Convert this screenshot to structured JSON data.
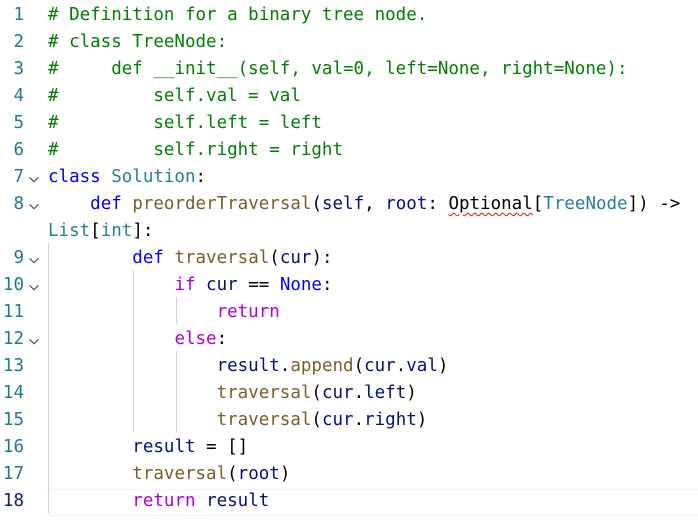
{
  "editor": {
    "current_line": 18,
    "lines": [
      {
        "num": "1",
        "fold": false,
        "parts": [
          {
            "t": "# Definition for a binary tree node.",
            "c": "c-com"
          }
        ]
      },
      {
        "num": "2",
        "fold": false,
        "parts": [
          {
            "t": "# class TreeNode:",
            "c": "c-com"
          }
        ]
      },
      {
        "num": "3",
        "fold": false,
        "parts": [
          {
            "t": "#     def __init__(self, val=0, left=None, right=None):",
            "c": "c-com"
          }
        ]
      },
      {
        "num": "4",
        "fold": false,
        "parts": [
          {
            "t": "#         self.val = val",
            "c": "c-com"
          }
        ]
      },
      {
        "num": "5",
        "fold": false,
        "parts": [
          {
            "t": "#         self.left = left",
            "c": "c-com"
          }
        ]
      },
      {
        "num": "6",
        "fold": false,
        "parts": [
          {
            "t": "#         self.right = right",
            "c": "c-com"
          }
        ]
      },
      {
        "num": "7",
        "fold": true,
        "parts": [
          {
            "t": "class ",
            "c": "c-kw"
          },
          {
            "t": "Solution",
            "c": "c-cls"
          },
          {
            "t": ":",
            "c": "c-def"
          }
        ]
      },
      {
        "num": "8",
        "fold": true,
        "parts": [
          {
            "t": "    ",
            "c": "c-def"
          },
          {
            "t": "def ",
            "c": "c-kw"
          },
          {
            "t": "preorderTraversal",
            "c": "c-fn"
          },
          {
            "t": "(",
            "c": "c-def"
          },
          {
            "t": "self",
            "c": "c-par"
          },
          {
            "t": ", ",
            "c": "c-def"
          },
          {
            "t": "root",
            "c": "c-par"
          },
          {
            "t": ": ",
            "c": "c-def"
          },
          {
            "t": "Optional",
            "c": "c-def squiggle"
          },
          {
            "t": "[",
            "c": "c-def"
          },
          {
            "t": "TreeNode",
            "c": "c-cls"
          },
          {
            "t": "]) ->",
            "c": "c-def"
          }
        ]
      },
      {
        "num": "",
        "fold": false,
        "parts": [
          {
            "t": "List",
            "c": "c-cls"
          },
          {
            "t": "[",
            "c": "c-def"
          },
          {
            "t": "int",
            "c": "c-cls"
          },
          {
            "t": "]:",
            "c": "c-def"
          }
        ]
      },
      {
        "num": "9",
        "fold": true,
        "parts": [
          {
            "t": "        ",
            "c": "c-def"
          },
          {
            "t": "def ",
            "c": "c-kw"
          },
          {
            "t": "traversal",
            "c": "c-fn"
          },
          {
            "t": "(",
            "c": "c-def"
          },
          {
            "t": "cur",
            "c": "c-par"
          },
          {
            "t": "):",
            "c": "c-def"
          }
        ]
      },
      {
        "num": "10",
        "fold": true,
        "parts": [
          {
            "t": "            ",
            "c": "c-def"
          },
          {
            "t": "if ",
            "c": "c-ctl"
          },
          {
            "t": "cur",
            "c": "c-par"
          },
          {
            "t": " == ",
            "c": "c-def"
          },
          {
            "t": "None",
            "c": "c-kw"
          },
          {
            "t": ":",
            "c": "c-def"
          }
        ]
      },
      {
        "num": "11",
        "fold": false,
        "parts": [
          {
            "t": "                ",
            "c": "c-def"
          },
          {
            "t": "return",
            "c": "c-ctl"
          }
        ]
      },
      {
        "num": "12",
        "fold": true,
        "parts": [
          {
            "t": "            ",
            "c": "c-def"
          },
          {
            "t": "else",
            "c": "c-ctl"
          },
          {
            "t": ":",
            "c": "c-def"
          }
        ]
      },
      {
        "num": "13",
        "fold": false,
        "parts": [
          {
            "t": "                ",
            "c": "c-def"
          },
          {
            "t": "result",
            "c": "c-par"
          },
          {
            "t": ".",
            "c": "c-def"
          },
          {
            "t": "append",
            "c": "c-fn"
          },
          {
            "t": "(",
            "c": "c-def"
          },
          {
            "t": "cur",
            "c": "c-par"
          },
          {
            "t": ".",
            "c": "c-def"
          },
          {
            "t": "val",
            "c": "c-par"
          },
          {
            "t": ")",
            "c": "c-def"
          }
        ]
      },
      {
        "num": "14",
        "fold": false,
        "parts": [
          {
            "t": "                ",
            "c": "c-def"
          },
          {
            "t": "traversal",
            "c": "c-fn"
          },
          {
            "t": "(",
            "c": "c-def"
          },
          {
            "t": "cur",
            "c": "c-par"
          },
          {
            "t": ".",
            "c": "c-def"
          },
          {
            "t": "left",
            "c": "c-par"
          },
          {
            "t": ")",
            "c": "c-def"
          }
        ]
      },
      {
        "num": "15",
        "fold": false,
        "parts": [
          {
            "t": "                ",
            "c": "c-def"
          },
          {
            "t": "traversal",
            "c": "c-fn"
          },
          {
            "t": "(",
            "c": "c-def"
          },
          {
            "t": "cur",
            "c": "c-par"
          },
          {
            "t": ".",
            "c": "c-def"
          },
          {
            "t": "right",
            "c": "c-par"
          },
          {
            "t": ")",
            "c": "c-def"
          }
        ]
      },
      {
        "num": "16",
        "fold": false,
        "parts": [
          {
            "t": "        ",
            "c": "c-def"
          },
          {
            "t": "result",
            "c": "c-par"
          },
          {
            "t": " = []",
            "c": "c-def"
          }
        ]
      },
      {
        "num": "17",
        "fold": false,
        "parts": [
          {
            "t": "        ",
            "c": "c-def"
          },
          {
            "t": "traversal",
            "c": "c-fn"
          },
          {
            "t": "(",
            "c": "c-def"
          },
          {
            "t": "root",
            "c": "c-par"
          },
          {
            "t": ")",
            "c": "c-def"
          }
        ]
      },
      {
        "num": "18",
        "fold": false,
        "parts": [
          {
            "t": "        ",
            "c": "c-def"
          },
          {
            "t": "return ",
            "c": "c-ctl"
          },
          {
            "t": "result",
            "c": "c-par"
          }
        ]
      }
    ]
  }
}
